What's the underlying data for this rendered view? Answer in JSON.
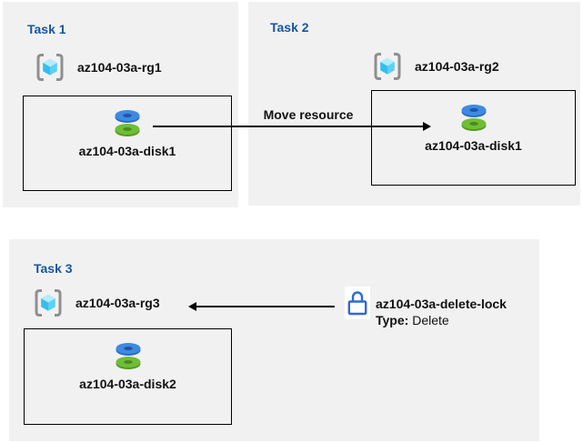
{
  "page": {
    "background": "#ffffff",
    "panel_background": "#f1f1f1"
  },
  "colors": {
    "task_title_blue": "#17569b",
    "text_black": "#111111",
    "arrow_black": "#000000",
    "lock_blue": "#2e6ad2",
    "disk_top_blue": "#3e8ae0",
    "disk_side_blue": "#2a6dc4",
    "disk_hole_blue": "#1c55a8",
    "disk_top_green": "#6fbe37",
    "disk_side_green": "#55991f",
    "disk_hole_green": "#4b8a1b",
    "cube_top_cyan": "#b3ecfa",
    "cube_left_cyan": "#35bdef",
    "cube_right_cyan": "#5bd1f5",
    "bracket_gray": "#8f8f8f"
  },
  "icons": {
    "resource_group": "bracketed-cube",
    "disk": "stacked-blue-green-disks",
    "lock": "padlock-outline"
  },
  "tasks": [
    {
      "title": "Task 1",
      "resource_group": "az104-03a-rg1",
      "resource": "az104-03a-disk1"
    },
    {
      "title": "Task 2",
      "resource_group": "az104-03a-rg2",
      "resource": "az104-03a-disk1"
    },
    {
      "title": "Task 3",
      "resource_group": "az104-03a-rg3",
      "resource": "az104-03a-disk2"
    }
  ],
  "move_arrow": {
    "label": "Move resource"
  },
  "lock": {
    "name": "az104-03a-delete-lock",
    "type_label": "Type:",
    "type_value": "Delete"
  }
}
